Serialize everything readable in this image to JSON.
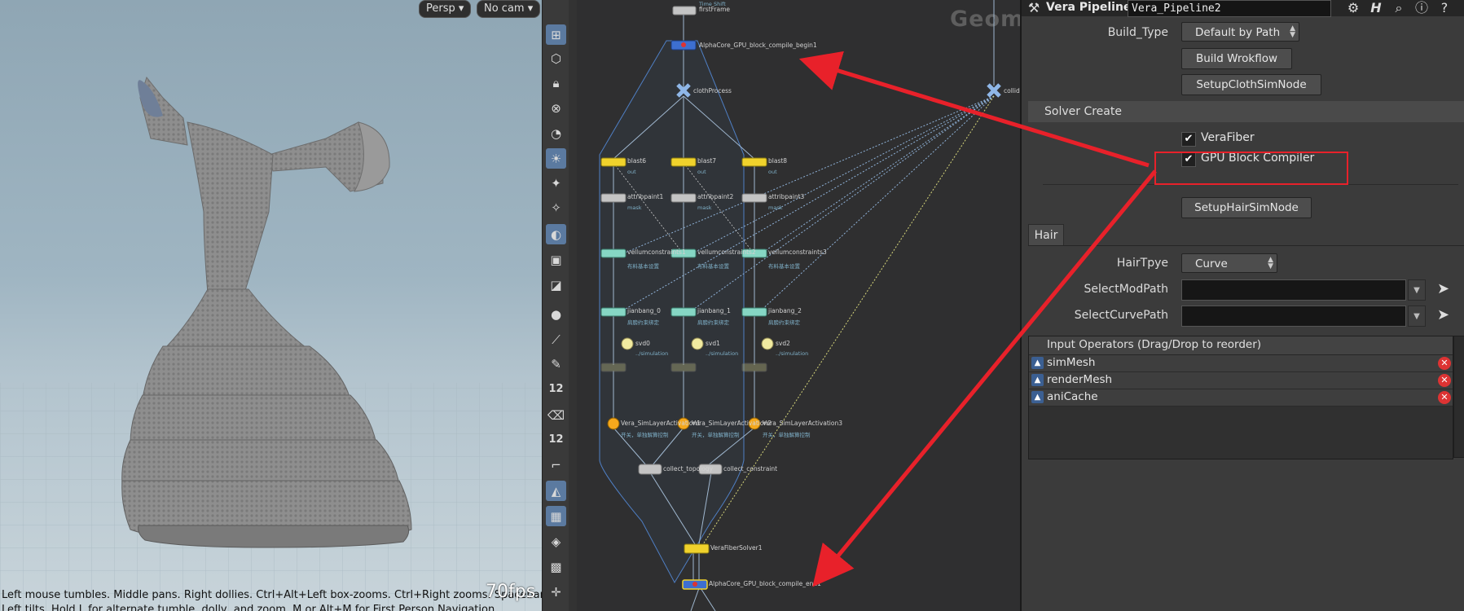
{
  "viewport": {
    "persp_label": "Persp",
    "cam_label": "No cam",
    "help_line1": "Left mouse tumbles. Middle pans. Right dollies. Ctrl+Alt+Left box-zooms. Ctrl+Right zooms. Spacebar+",
    "help_line2": "Left tilts. Hold L for alternate tumble, dolly, and zoom.    M or Alt+M for First Person Navigation.",
    "fps": "70fps"
  },
  "toolbar": {
    "icons": [
      "select-grid-icon",
      "view-geometry-icon",
      "lock-icon",
      "ghost-icon",
      "clock-icon",
      "light-bulb-icon",
      "light-add-icon",
      "light-point-icon",
      "render-view-icon",
      "camera-icon",
      "camera-flip-icon",
      "point-icon",
      "brush-icon",
      "pen-icon",
      "snap-12-icon",
      "eraser-icon",
      "snap-12b-icon",
      "curve-icon",
      "fill-icon",
      "checker-icon",
      "layer-icon",
      "camera-grid-icon",
      "transform-icon"
    ],
    "num_label": "12"
  },
  "network": {
    "context_label": "Geome",
    "nodes": [
      {
        "name": "firstFrame",
        "sub": "Time Shift"
      },
      {
        "name": "AlphaCore_GPU_block_compile_begin1",
        "sub": ""
      },
      {
        "name": "clothProcess",
        "sub": ""
      },
      {
        "name": "collide",
        "sub": ""
      },
      {
        "name": "blast6",
        "sub": "out"
      },
      {
        "name": "blast7",
        "sub": "out"
      },
      {
        "name": "blast8",
        "sub": "out"
      },
      {
        "name": "attribpaint1",
        "sub": "mask"
      },
      {
        "name": "attribpaint2",
        "sub": "mask"
      },
      {
        "name": "attribpaint3",
        "sub": "mask"
      },
      {
        "name": "vellumconstraints1",
        "sub": "布料基本设置"
      },
      {
        "name": "vellumconstraints2",
        "sub": "布料基本设置"
      },
      {
        "name": "vellumconstraints3",
        "sub": "布料基本设置"
      },
      {
        "name": "jianbang_0",
        "sub": "肩膀约束绑定"
      },
      {
        "name": "jianbang_1",
        "sub": "肩膀约束绑定"
      },
      {
        "name": "jianbang_2",
        "sub": "肩膀约束绑定"
      },
      {
        "name": "svd0",
        "sub": "../simulation"
      },
      {
        "name": "svd1",
        "sub": "../simulation"
      },
      {
        "name": "svd2",
        "sub": "../simulation"
      },
      {
        "name": "Vera_SimLayerActivation1",
        "sub": "开关，单独解算控制"
      },
      {
        "name": "Vera_SimLayerActivation2",
        "sub": "开关，单独解算控制"
      },
      {
        "name": "Vera_SimLayerActivation3",
        "sub": "开关，单独解算控制"
      },
      {
        "name": "collect_topology",
        "sub": ""
      },
      {
        "name": "collect_constraint",
        "sub": ""
      },
      {
        "name": "VeraFiberSolver1",
        "sub": ""
      },
      {
        "name": "AlphaCore_GPU_block_compile_end1",
        "sub": ""
      }
    ]
  },
  "params": {
    "node_type": "Vera Pipeline",
    "node_name": "Vera_Pipeline2",
    "build_type_label": "Build_Type",
    "build_type_value": "Default by Path",
    "build_workflow": "Build Wrokflow",
    "setup_cloth": "SetupClothSimNode",
    "solver_create": "Solver Create",
    "vera_fiber": "VeraFiber",
    "gpu_block": "GPU Block Compiler",
    "setup_hair": "SetupHairSimNode",
    "tab_hair": "Hair",
    "hair_type_label": "HairTpye",
    "hair_type_value": "Curve",
    "select_mod_label": "SelectModPath",
    "select_curve_label": "SelectCurvePath",
    "list_header": "Input Operators (Drag/Drop to reorder)",
    "operators": [
      "simMesh",
      "renderMesh",
      "aniCache"
    ]
  },
  "colors": {
    "arrow": "#e8212a",
    "node_yellow": "#f0d22c",
    "node_teal": "#86d6c4",
    "node_gray": "#c4c4c4",
    "node_blue": "#3d6fd0",
    "network_box": "#5a8fd8"
  }
}
